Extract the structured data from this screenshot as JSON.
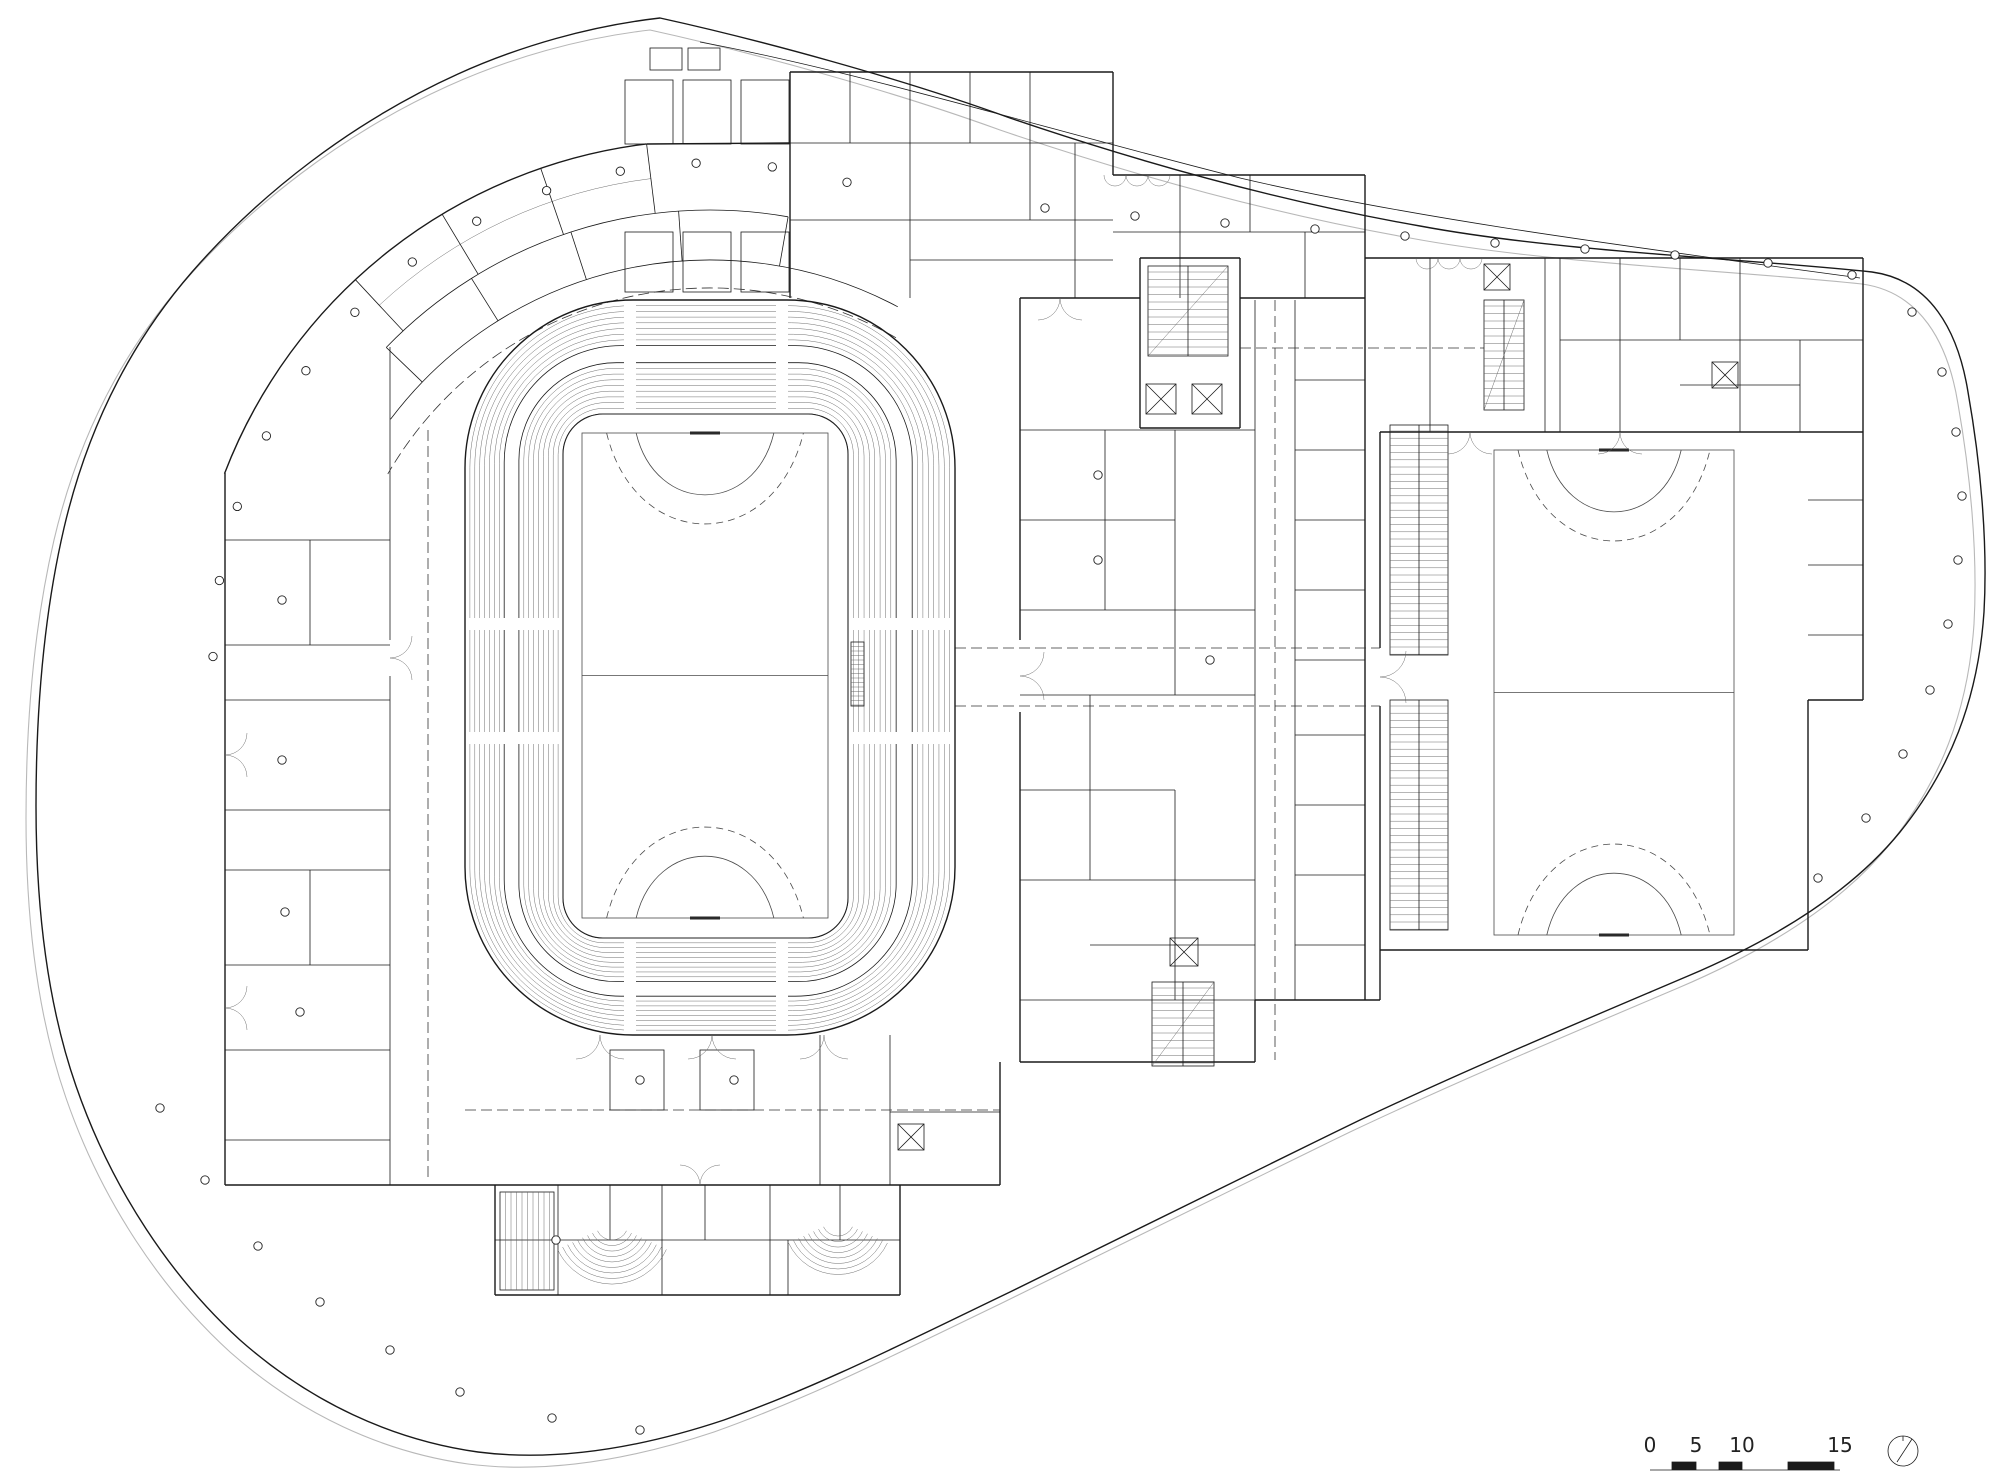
{
  "document": {
    "drawing_type": "arena floor plan"
  },
  "scale_bar": {
    "labels": [
      "0",
      "5",
      "10",
      "15"
    ]
  },
  "colors": {
    "background": "#ffffff",
    "line": "#1a1a1a",
    "fine_line": "#5f5f5f",
    "site_line": "#b8b8b8"
  }
}
